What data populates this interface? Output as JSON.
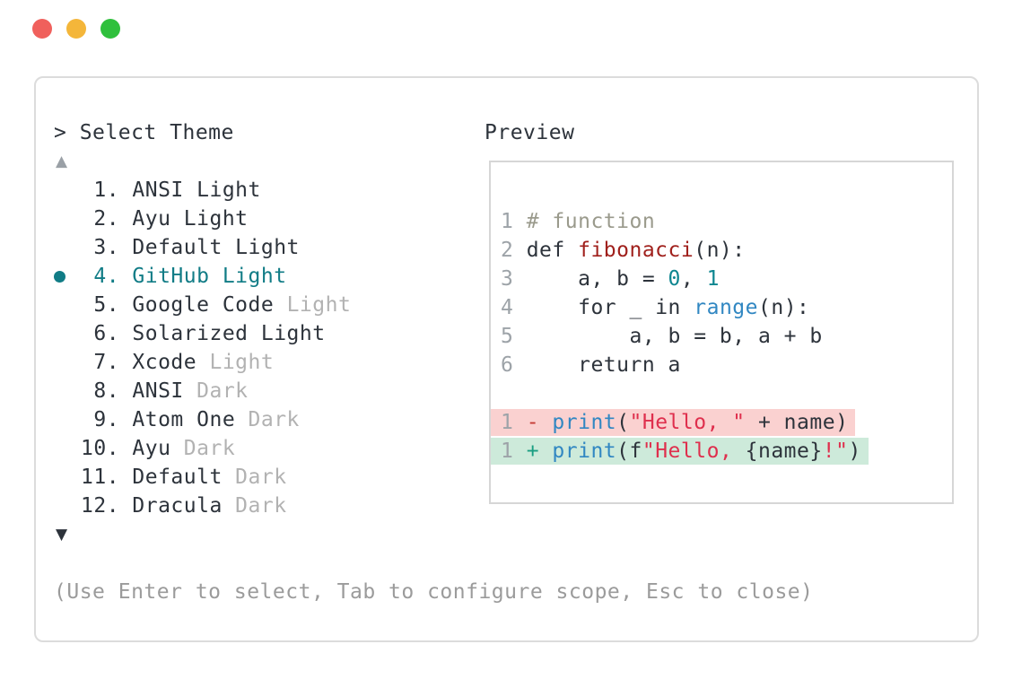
{
  "app": {
    "prompt": "> Select Theme",
    "preview_label": "Preview",
    "help_text": "(Use Enter to select, Tab to configure scope, Esc to close)",
    "scroll_up_icon": "▲",
    "scroll_down_icon": "▼",
    "traffic_lights": [
      {
        "name": "close",
        "color": "#f0605c"
      },
      {
        "name": "minimize",
        "color": "#f4b63a"
      },
      {
        "name": "zoom",
        "color": "#2fc03c"
      }
    ],
    "palette": {
      "selected_teal": "#117c86",
      "list_muted_gray": "#b2b2b2",
      "text_dark": "#2d333b",
      "help_gray": "#9b9b9b",
      "scroll_up_gray": "#9aa0a6",
      "diff_removed_bg": "#fad1d0",
      "diff_added_bg": "#cdeada",
      "code_comment": "#9a9a8c",
      "code_function": "#a0201c",
      "code_number": "#0e8690",
      "code_builtin": "#3187c2",
      "code_string": "#df2f4d",
      "code_lineno": "#9da3a8"
    }
  },
  "theme_list": {
    "items": [
      {
        "prefix": " 1. ",
        "main": "ANSI Light",
        "muted": "",
        "selected": false
      },
      {
        "prefix": " 2. ",
        "main": "Ayu Light",
        "muted": "",
        "selected": false
      },
      {
        "prefix": " 3. ",
        "main": "Default Light",
        "muted": "",
        "selected": false
      },
      {
        "prefix": " 4. ",
        "main": "GitHub Light",
        "muted": "",
        "selected": true
      },
      {
        "prefix": " 5. ",
        "main": "Google Code ",
        "muted": "Light",
        "selected": false
      },
      {
        "prefix": " 6. ",
        "main": "Solarized Light",
        "muted": "",
        "selected": false
      },
      {
        "prefix": " 7. ",
        "main": "Xcode ",
        "muted": "Light",
        "selected": false
      },
      {
        "prefix": " 8. ",
        "main": "ANSI ",
        "muted": "Dark",
        "selected": false
      },
      {
        "prefix": " 9. ",
        "main": "Atom One ",
        "muted": "Dark",
        "selected": false
      },
      {
        "prefix": "10. ",
        "main": "Ayu ",
        "muted": "Dark",
        "selected": false
      },
      {
        "prefix": "11. ",
        "main": "Default ",
        "muted": "Dark",
        "selected": false
      },
      {
        "prefix": "12. ",
        "main": "Dracula ",
        "muted": "Dark",
        "selected": false
      }
    ]
  },
  "preview": {
    "code_lines": [
      {
        "type": "code",
        "segments": [
          {
            "t": "1 ",
            "c": "ln"
          },
          {
            "t": "# function",
            "c": "com"
          }
        ]
      },
      {
        "type": "code",
        "segments": [
          {
            "t": "2 ",
            "c": "ln"
          },
          {
            "t": "def ",
            "c": "kw"
          },
          {
            "t": "fibonacci",
            "c": "fn"
          },
          {
            "t": "(n):",
            "c": "pl"
          }
        ]
      },
      {
        "type": "code",
        "segments": [
          {
            "t": "3 ",
            "c": "ln"
          },
          {
            "t": "    a, b = ",
            "c": "pl"
          },
          {
            "t": "0",
            "c": "num"
          },
          {
            "t": ", ",
            "c": "pl"
          },
          {
            "t": "1",
            "c": "num"
          }
        ]
      },
      {
        "type": "code",
        "segments": [
          {
            "t": "4 ",
            "c": "ln"
          },
          {
            "t": "    ",
            "c": "pl"
          },
          {
            "t": "for",
            "c": "kw"
          },
          {
            "t": " _ ",
            "c": "pl"
          },
          {
            "t": "in",
            "c": "kw"
          },
          {
            "t": " ",
            "c": "pl"
          },
          {
            "t": "range",
            "c": "bi"
          },
          {
            "t": "(n):",
            "c": "pl"
          }
        ]
      },
      {
        "type": "code",
        "segments": [
          {
            "t": "5 ",
            "c": "ln"
          },
          {
            "t": "        a, b = b, a + b",
            "c": "pl"
          }
        ]
      },
      {
        "type": "code",
        "segments": [
          {
            "t": "6 ",
            "c": "ln"
          },
          {
            "t": "    ",
            "c": "pl"
          },
          {
            "t": "return",
            "c": "kw"
          },
          {
            "t": " a",
            "c": "pl"
          }
        ]
      },
      {
        "type": "blank",
        "segments": []
      },
      {
        "type": "removed",
        "segments": [
          {
            "t": "1 ",
            "c": "ln"
          },
          {
            "t": "- ",
            "c": "minus"
          },
          {
            "t": "print",
            "c": "bi"
          },
          {
            "t": "(",
            "c": "pl"
          },
          {
            "t": "\"Hello, \"",
            "c": "str"
          },
          {
            "t": " + name)",
            "c": "pl"
          }
        ]
      },
      {
        "type": "added",
        "segments": [
          {
            "t": "1 ",
            "c": "ln"
          },
          {
            "t": "+ ",
            "c": "plus"
          },
          {
            "t": "print",
            "c": "bi"
          },
          {
            "t": "(f",
            "c": "pl"
          },
          {
            "t": "\"Hello, ",
            "c": "str"
          },
          {
            "t": "{name}",
            "c": "pl"
          },
          {
            "t": "!\"",
            "c": "str"
          },
          {
            "t": ")",
            "c": "pl"
          }
        ]
      }
    ]
  }
}
